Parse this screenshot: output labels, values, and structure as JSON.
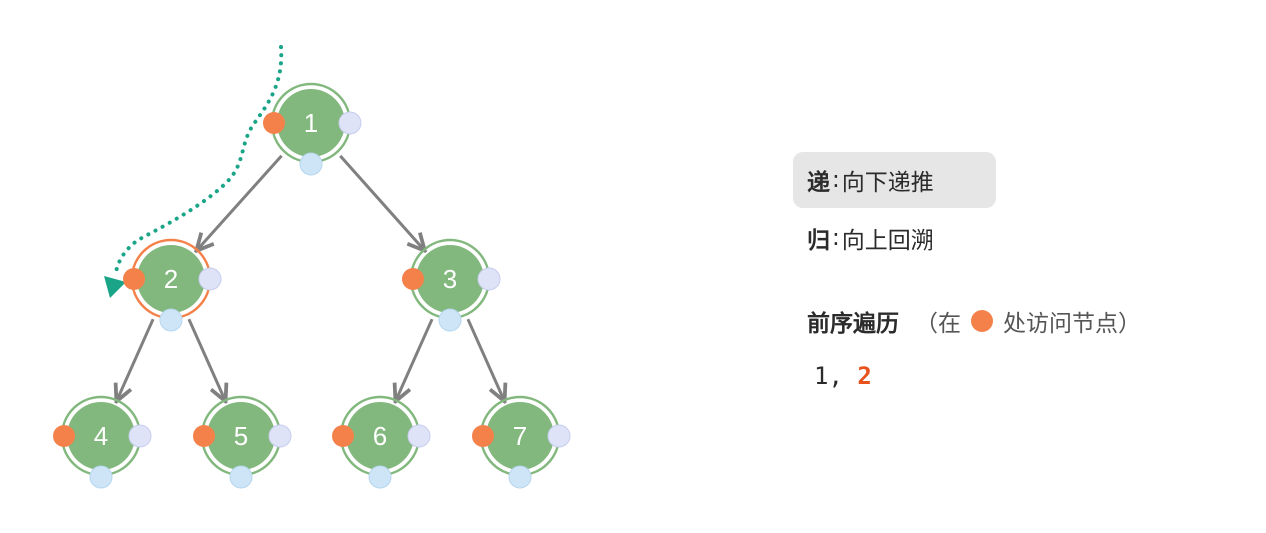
{
  "tree": {
    "nodes": [
      {
        "id": "1",
        "label": "1",
        "highlighted": false
      },
      {
        "id": "2",
        "label": "2",
        "highlighted": true
      },
      {
        "id": "3",
        "label": "3",
        "highlighted": false
      },
      {
        "id": "4",
        "label": "4",
        "highlighted": false
      },
      {
        "id": "5",
        "label": "5",
        "highlighted": false
      },
      {
        "id": "6",
        "label": "6",
        "highlighted": false
      },
      {
        "id": "7",
        "label": "7",
        "highlighted": false
      }
    ],
    "edges": [
      {
        "from": "1",
        "to": "2"
      },
      {
        "from": "1",
        "to": "3"
      },
      {
        "from": "2",
        "to": "4"
      },
      {
        "from": "2",
        "to": "5"
      },
      {
        "from": "3",
        "to": "6"
      },
      {
        "from": "3",
        "to": "7"
      }
    ],
    "colors": {
      "node_fill": "#82b87d",
      "node_ring": "#82b87d",
      "highlight_ring": "#f4814a",
      "edge": "#808080",
      "preorder_dot": "#f4814a",
      "inorder_dot": "#dfe3f7",
      "postorder_dot": "#cde5f7",
      "path": "#1aa588"
    }
  },
  "legend": {
    "recurse_key": "递",
    "recurse_desc": "向下递推",
    "backtrack_key": "归",
    "backtrack_desc": "向上回溯",
    "separator": ":"
  },
  "traversal": {
    "title": "前序遍历",
    "note_open": "（在",
    "note_close": "处访问节点）",
    "visited_prefix": "1,",
    "current": "2"
  }
}
